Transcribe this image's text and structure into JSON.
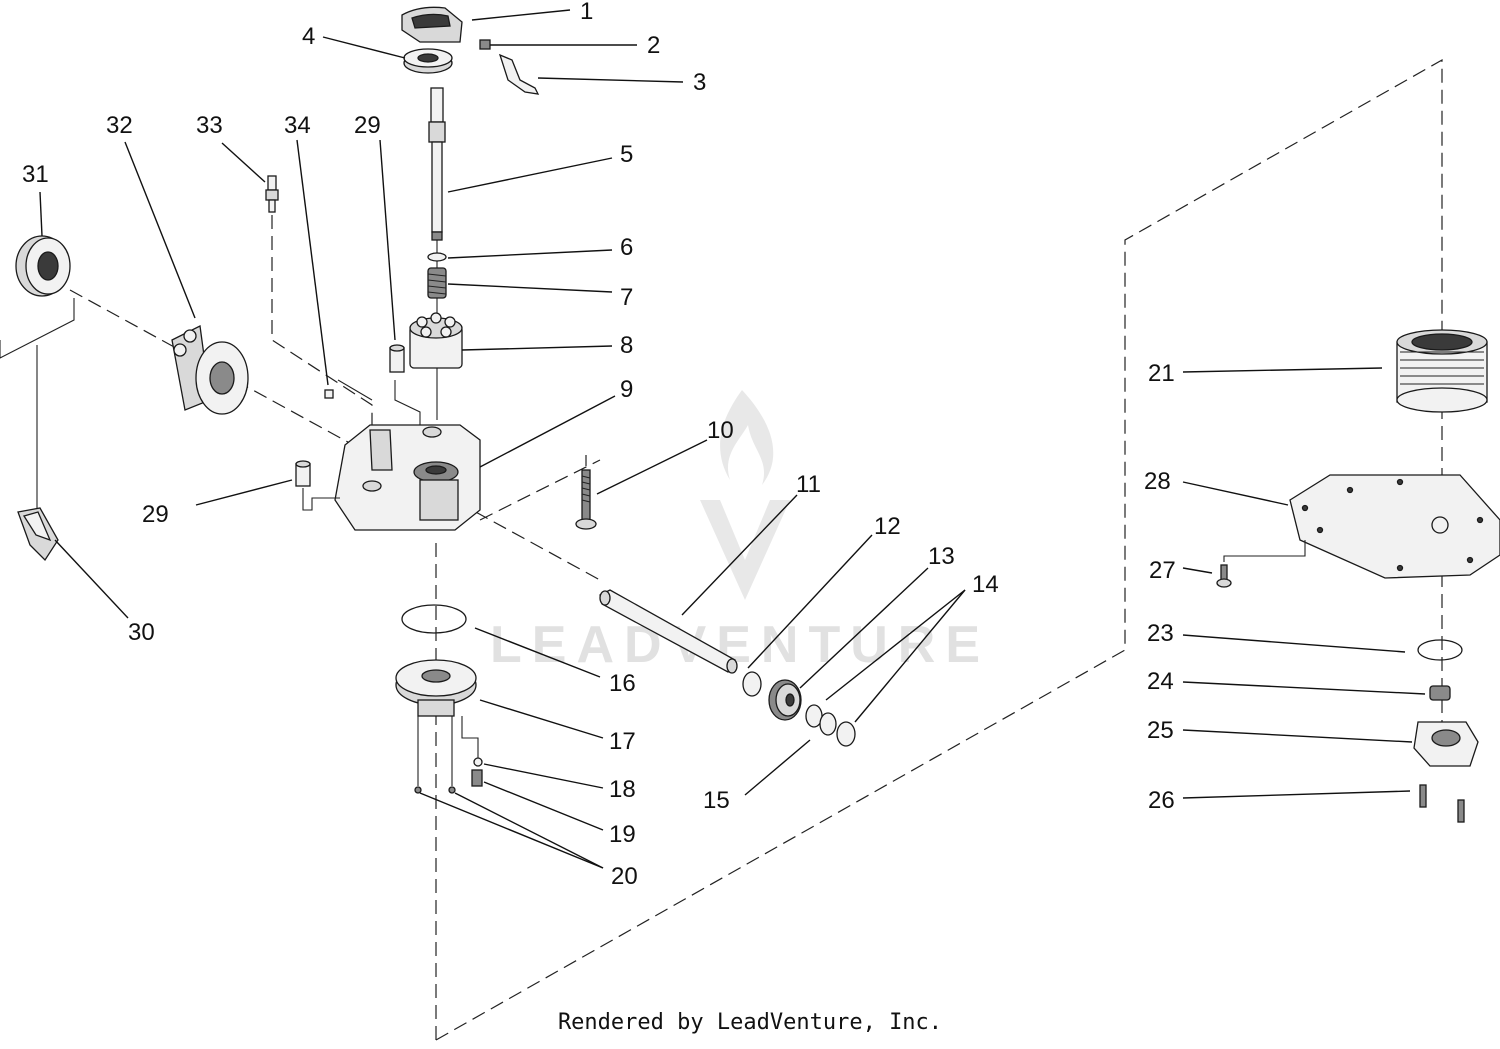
{
  "footer": "Rendered by LeadVenture, Inc.",
  "watermark": "LEADVENTURE",
  "callouts": {
    "c1": "1",
    "c2": "2",
    "c3": "3",
    "c4": "4",
    "c5": "5",
    "c6": "6",
    "c7": "7",
    "c8": "8",
    "c9": "9",
    "c10": "10",
    "c11": "11",
    "c12": "12",
    "c13": "13",
    "c14": "14",
    "c15": "15",
    "c16": "16",
    "c17": "17",
    "c18": "18",
    "c19": "19",
    "c20": "20",
    "c21": "21",
    "c23": "23",
    "c24": "24",
    "c25": "25",
    "c26": "26",
    "c27": "27",
    "c28": "28",
    "c29a": "29",
    "c29b": "29",
    "c30": "30",
    "c31": "31",
    "c32": "32",
    "c33": "33",
    "c34": "34"
  },
  "colors": {
    "line": "#1a1a1a",
    "watermark": "#dedede",
    "background": "#ffffff"
  }
}
